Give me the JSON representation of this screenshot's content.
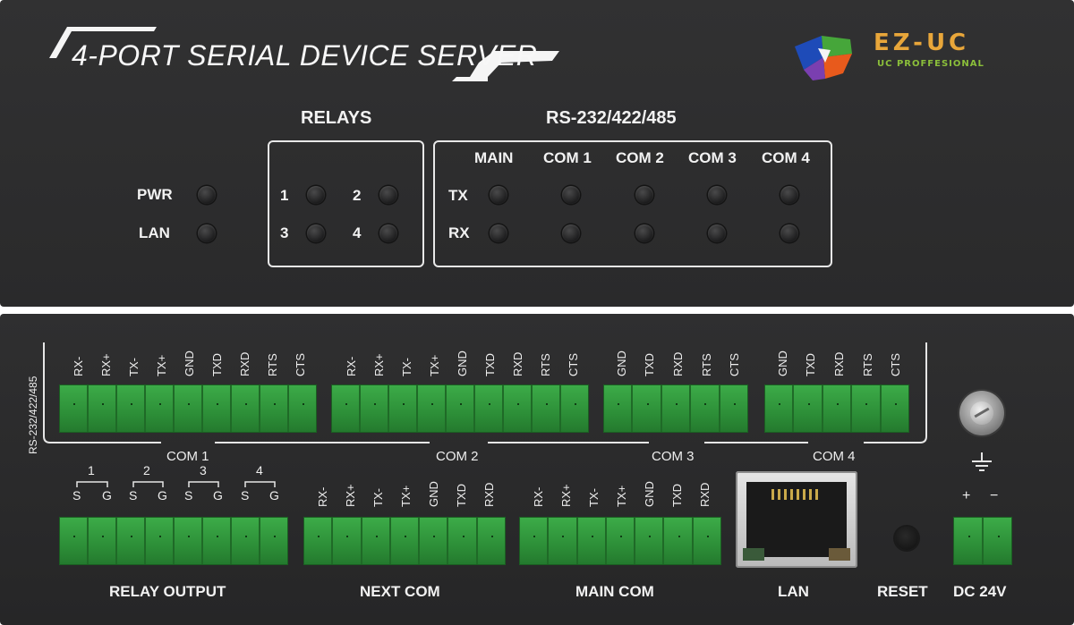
{
  "front": {
    "title": "4-PORT SERIAL DEVICE SERVER",
    "logo": {
      "name": "EZ-UC",
      "tagline": "UC PROFFESIONAL"
    },
    "status_leds": [
      "PWR",
      "LAN"
    ],
    "relays": {
      "heading": "RELAYS",
      "labels": [
        "1",
        "2",
        "3",
        "4"
      ]
    },
    "serial": {
      "heading": "RS-232/422/485",
      "columns": [
        "MAIN",
        "COM 1",
        "COM 2",
        "COM 3",
        "COM 4"
      ],
      "rows": [
        "TX",
        "RX"
      ]
    }
  },
  "rear": {
    "side_label": "RS-232/422/485",
    "com1_pins": [
      "RX-",
      "RX+",
      "TX-",
      "TX+",
      "GND",
      "TXD",
      "RXD",
      "RTS",
      "CTS"
    ],
    "com2_pins": [
      "RX-",
      "RX+",
      "TX-",
      "TX+",
      "GND",
      "TXD",
      "RXD",
      "RTS",
      "CTS"
    ],
    "com3_pins": [
      "GND",
      "TXD",
      "RXD",
      "RTS",
      "CTS"
    ],
    "com4_pins": [
      "GND",
      "TXD",
      "RXD",
      "RTS",
      "CTS"
    ],
    "com_labels": [
      "COM 1",
      "COM 2",
      "COM 3",
      "COM 4"
    ],
    "relay_numbers": [
      "1",
      "2",
      "3",
      "4"
    ],
    "relay_pin_s": "S",
    "relay_pin_g": "G",
    "next_com_pins": [
      "RX-",
      "RX+",
      "TX-",
      "TX+",
      "GND",
      "TXD",
      "RXD"
    ],
    "main_com_pins": [
      "RX-",
      "RX+",
      "TX-",
      "TX+",
      "GND",
      "TXD",
      "RXD"
    ],
    "power_plus": "+",
    "power_minus": "−",
    "bottom_labels": {
      "relay_output": "RELAY OUTPUT",
      "next_com": "NEXT COM",
      "main_com": "MAIN COM",
      "lan": "LAN",
      "reset": "RESET",
      "dc": "DC 24V"
    }
  }
}
